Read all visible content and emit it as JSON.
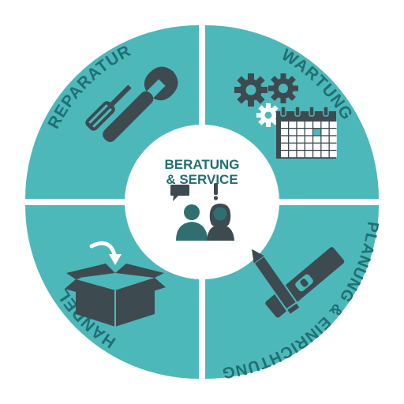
{
  "colors": {
    "quadrant": "#4db8ba",
    "label": "#1f6f73",
    "icon": "#3d4a50",
    "person": "#2f6f6f",
    "center_bg": "#ffffff",
    "outer_gap": "#ffffff"
  },
  "center": {
    "line1": "BERATUNG",
    "line2": "& SERVICE"
  },
  "quadrants": [
    {
      "id": "reparatur",
      "label": "REPARATUR",
      "icon": "wrench-screwdriver-icon"
    },
    {
      "id": "wartung",
      "label": "WARTUNG",
      "icon": "gears-calendar-icon"
    },
    {
      "id": "planung",
      "label": "PLANUNG & EINRICHTUNG",
      "icon": "pencil-level-icon"
    },
    {
      "id": "handel",
      "label": "HANDEL",
      "icon": "box-arrow-icon"
    }
  ]
}
